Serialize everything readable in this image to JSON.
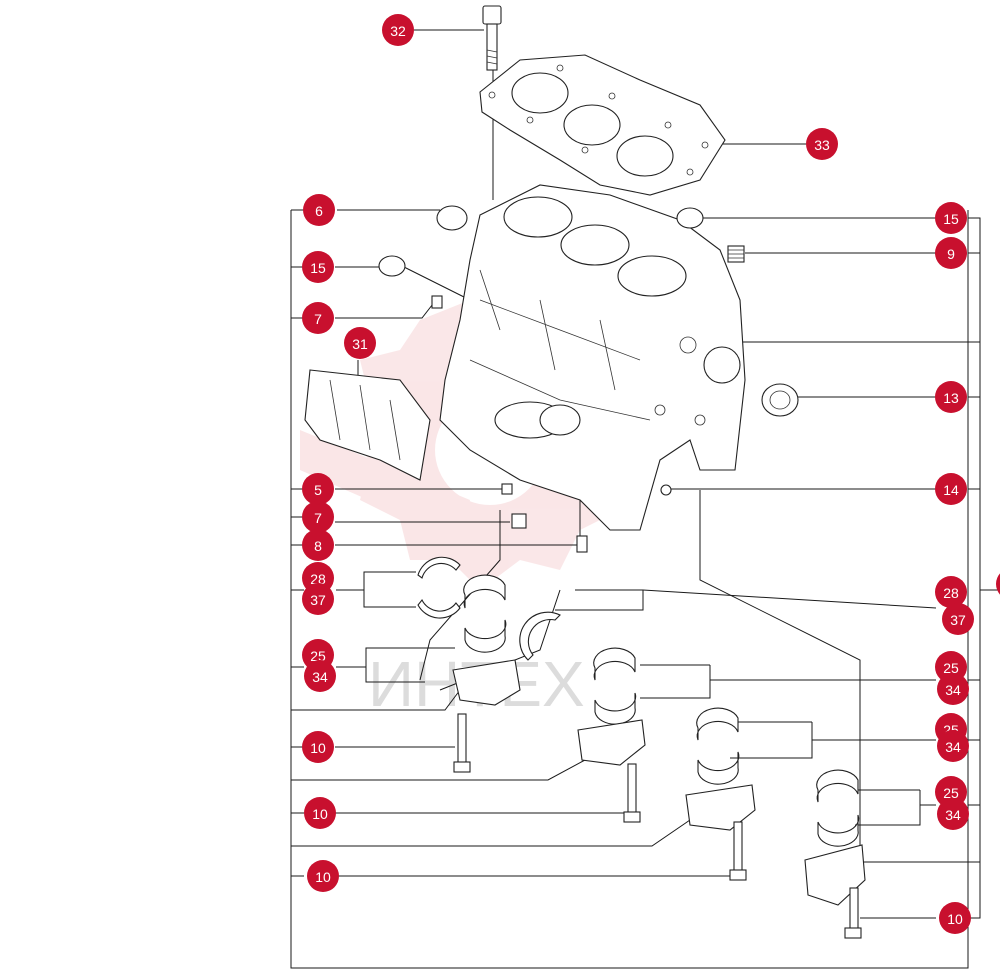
{
  "watermark": {
    "text": "ИНТЕХ",
    "color": "#d0d0d0",
    "gear_color": "#f2b9bd"
  },
  "accent_color": "#c8102e",
  "callouts": [
    {
      "label": "32"
    },
    {
      "label": "33"
    },
    {
      "label": "6"
    },
    {
      "label": "15"
    },
    {
      "label": "9"
    },
    {
      "label": "15"
    },
    {
      "label": "7"
    },
    {
      "label": "31"
    },
    {
      "label": "13"
    },
    {
      "label": "5"
    },
    {
      "label": "14"
    },
    {
      "label": "7"
    },
    {
      "label": "8"
    },
    {
      "label": "28"
    },
    {
      "label": "37"
    },
    {
      "label": "28"
    },
    {
      "label": "37"
    },
    {
      "label": "25"
    },
    {
      "label": "34"
    },
    {
      "label": "25"
    },
    {
      "label": "34"
    },
    {
      "label": "10"
    },
    {
      "label": "25"
    },
    {
      "label": "34"
    },
    {
      "label": "10"
    },
    {
      "label": "25"
    },
    {
      "label": "34"
    },
    {
      "label": "10"
    },
    {
      "label": "10"
    }
  ]
}
